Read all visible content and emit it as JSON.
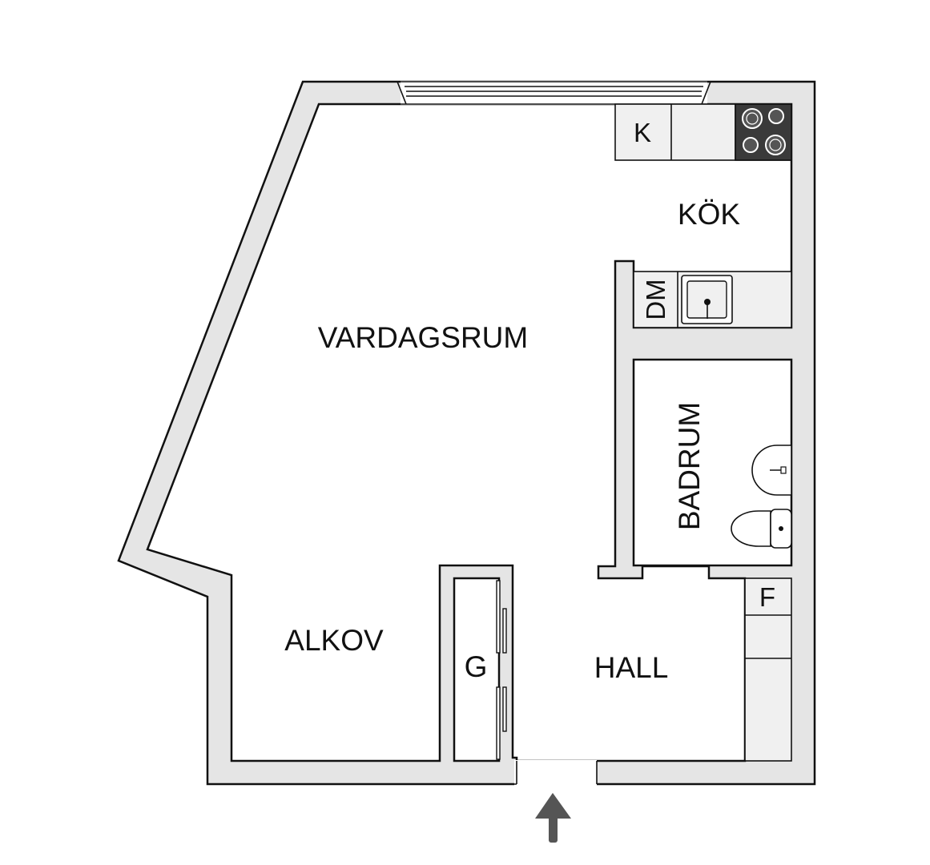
{
  "rooms": {
    "vardagsrum": "VARDAGSRUM",
    "kok": "KÖK",
    "alkov": "ALKOV",
    "hall": "HALL",
    "badrum": "BADRUM"
  },
  "fixtures": {
    "kyl": "K",
    "diskmaskin": "DM",
    "garderob": "G",
    "frys": "F"
  },
  "colors": {
    "wall": "#e5e5e5",
    "line": "#111111",
    "stove": "#3a3a3a",
    "arrow": "#555555"
  },
  "icons": {
    "entrance": "entrance-arrow-icon",
    "stove": "stove-icon",
    "sink": "kitchen-sink-icon",
    "washbasin": "washbasin-icon",
    "toilet": "toilet-icon"
  }
}
